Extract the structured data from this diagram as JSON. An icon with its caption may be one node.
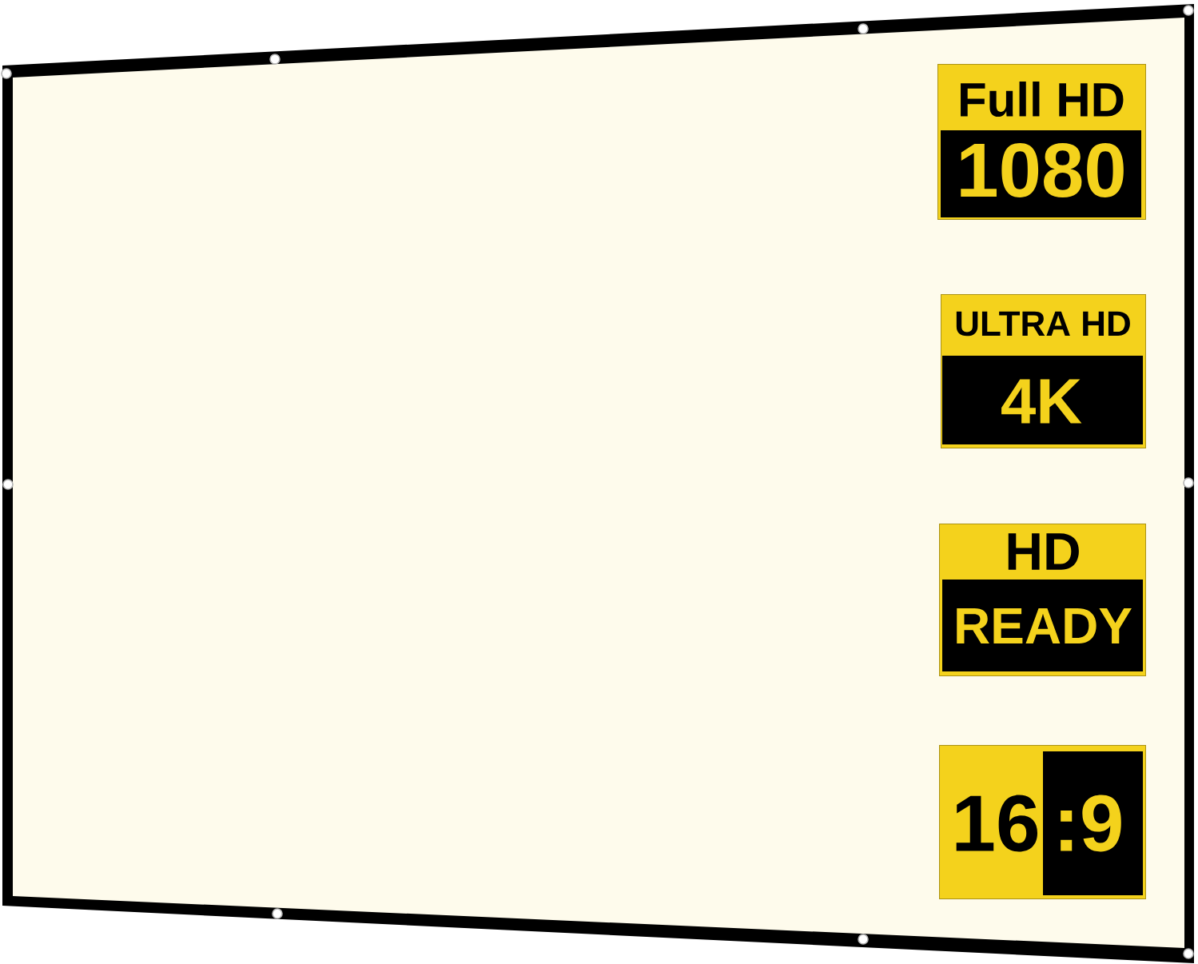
{
  "diagram": {
    "nodes": [
      {
        "text": [
          "Full HD",
          "1080"
        ]
      },
      {
        "text": [
          "ULTRA HD",
          "4K"
        ]
      },
      {
        "text": [
          "HD",
          "READY"
        ]
      },
      {
        "text": [
          "16",
          ":9"
        ]
      }
    ]
  }
}
